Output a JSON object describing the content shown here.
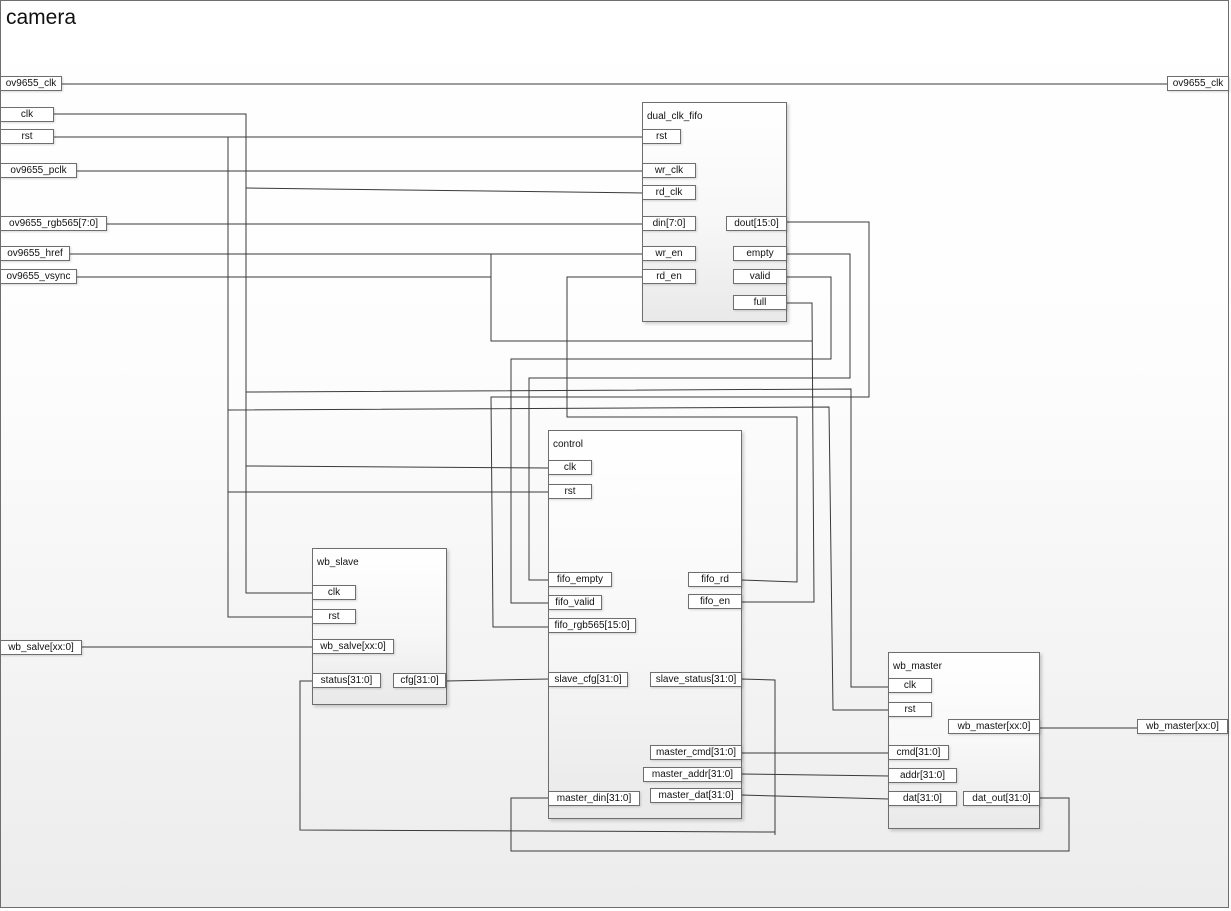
{
  "diagram_title": "camera",
  "external_ports": {
    "ov9655_clk_in": "ov9655_clk",
    "ov9655_clk_out": "ov9655_clk",
    "clk": "clk",
    "rst": "rst",
    "ov9655_pclk": "ov9655_pclk",
    "ov9655_rgb565": "ov9655_rgb565[7:0]",
    "ov9655_href": "ov9655_href",
    "ov9655_vsync": "ov9655_vsync",
    "wb_salve": "wb_salve[xx:0]",
    "wb_master": "wb_master[xx:0]"
  },
  "dual_clk_fifo": {
    "title": "dual_clk_fifo",
    "rst": "rst",
    "wr_clk": "wr_clk",
    "rd_clk": "rd_clk",
    "din": "din[7:0]",
    "wr_en": "wr_en",
    "rd_en": "rd_en",
    "dout": "dout[15:0]",
    "empty": "empty",
    "valid": "valid",
    "full": "full"
  },
  "control": {
    "title": "control",
    "clk": "clk",
    "rst": "rst",
    "fifo_empty": "fifo_empty",
    "fifo_valid": "fifo_valid",
    "fifo_rgb565": "fifo_rgb565[15:0]",
    "fifo_rd": "fifo_rd",
    "fifo_en": "fifo_en",
    "slave_cfg": "slave_cfg[31:0]",
    "slave_status": "slave_status[31:0]",
    "master_cmd": "master_cmd[31:0]",
    "master_addr": "master_addr[31:0]",
    "master_dat": "master_dat[31:0]",
    "master_din": "master_din[31:0]"
  },
  "wb_slave": {
    "title": "wb_slave",
    "clk": "clk",
    "rst": "rst",
    "wb_salve": "wb_salve[xx:0]",
    "status": "status[31:0]",
    "cfg": "cfg[31:0]"
  },
  "wb_master": {
    "title": "wb_master",
    "clk": "clk",
    "rst": "rst",
    "wb_master": "wb_master[xx:0]",
    "cmd": "cmd[31:0]",
    "addr": "addr[31:0]",
    "dat": "dat[31:0]",
    "dat_out": "dat_out[31:0]"
  }
}
